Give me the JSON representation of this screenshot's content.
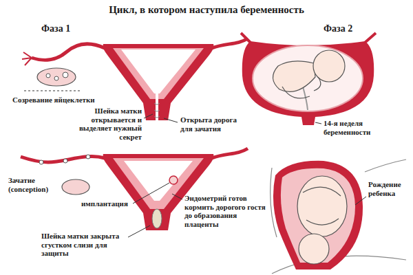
{
  "diagram": {
    "title": "Цикл, в котором наступила беременность",
    "labels": [
      "Фаза 1",
      "Фаза 2",
      "Созревание яйцеклетки",
      "Шейка матки открывается и выделяет нужный секрет",
      "Открыта дорога для зачатия",
      "14-я неделя беременности",
      "Зачатие (conception)",
      "имплантация",
      "Эндометрий готов кормить дорогого гостя до образования плаценты",
      "Шейка матки закрыта сгустком слизи для защиты",
      "Рождение ребенка"
    ]
  }
}
